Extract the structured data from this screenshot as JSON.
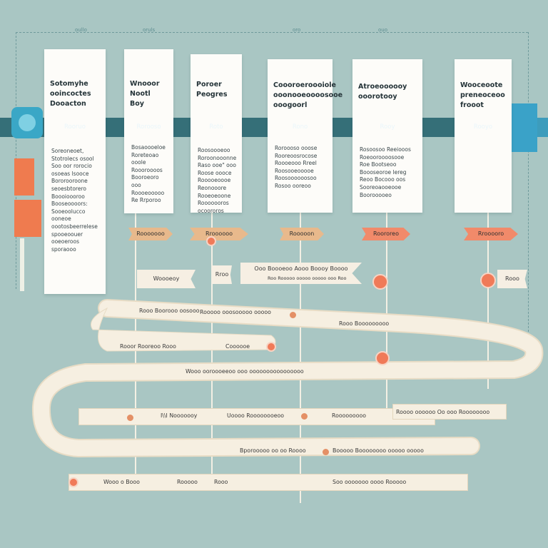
{
  "top_axis_labels": [
    "oullo",
    "oruls",
    "oro",
    "ouo"
  ],
  "cards": [
    {
      "title": "Sotomyhe\nooincoctes\nDooacton",
      "band": "Rooruo",
      "body": "Soreoneoet,\nStotrolecs osool\nSoo oor rorocio\nosoeas lsooce\nBororooroone\nseoesbtorero\nBoooioooroo\nBooseoooors:\nSooeoolucco\nooneoe\noootosbeerrelese\nspooeoouer\nooeoeroos\nsporaooo"
    },
    {
      "title": "Wnooor\nNootl\nBoy",
      "band": "Rorooso",
      "body": "Bosaoooeloe\nRoreteoao ooole\nRoooroooos\nBooroeoro ooo\nRoooeooooo\nRe Rrporoo"
    },
    {
      "title": "Poroer\nPeogres",
      "band": "Roto",
      "body": "Roosoooeoo\nRoroonooonne\nRaso ooe\" ooo\nRoose oooce\nRooooeoooe\nReonooore\nRooeoeoone\nRooooooros\nocoororos"
    },
    {
      "title": "Coooroeroooiole\nooonooeoooosooe\nooogoorl",
      "band": "Rono",
      "body": "Roroooso ooose\nRooreoosrocose\nRoooeooo Rreel\nRoosooeooooe\nRoosoooooosoo\nRosoo ooreoo"
    },
    {
      "title": "Atroeoooooy\nooorotooy",
      "band": "Rooy",
      "body": "Rosoosoo Reeiooos\nRoeooroooosooe\nRoe Bootseoo\nBoooseoroe lereg\nReoo Bocooo oos\nSooreoaooeooe\nBoorooooeo"
    },
    {
      "title": "Wooceoote\npreneoceoo\nfrooot",
      "band": "Rooyo",
      "body": ""
    }
  ],
  "tags": [
    "Rooooooo",
    "Rroooooo",
    "Rooooon",
    "Roororeo",
    "Rrooooro"
  ],
  "flags": [
    "Woooeoy",
    "Rroo",
    "Ooo Boooeoo Aooo Boooy Boooo",
    "Rooo"
  ],
  "flag_sub": "Roo Rooooo ooooo ooooo ooo Roo",
  "ribbon_rows": [
    {
      "texts": [
        "Rooo Boorooo oosooo",
        "Rooooo ooosooooo ooooo",
        "Rooo Booooooooo"
      ]
    },
    {
      "texts": [
        "Rooor Rooreoo Rooo",
        "Coooooe"
      ]
    },
    {
      "texts": [
        "Wooo ooroooeeoo ooo oooooooooooooooo"
      ]
    },
    {
      "texts": [
        "I\\\\I Nooooooy",
        "Uoooo Roooooooeoo",
        "Rooooooooo",
        "Roooo oooooo Oo ooo Roooooooo"
      ]
    },
    {
      "texts": [
        "Bporooooo oo oo Roooo",
        "Booooo Boooooooo ooooo ooooo"
      ]
    },
    {
      "texts": [
        "Wooo o Booo",
        "Rooooo",
        "Rooo",
        "Soo ooooooo oooo Rooooo"
      ]
    }
  ],
  "colors": {
    "background": "#a9c6c3",
    "band": "#3d9cbc",
    "accent": "#f07a58",
    "ribbon": "#f6efe1",
    "card": "#fdfcf9"
  }
}
